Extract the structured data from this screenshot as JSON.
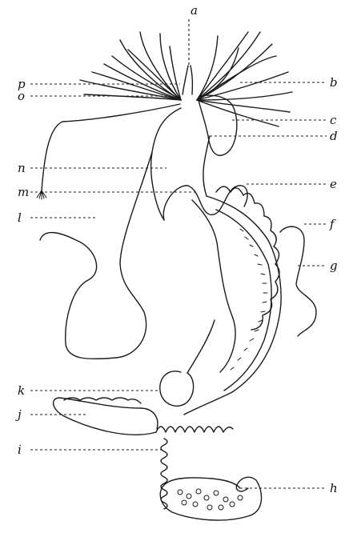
{
  "labels": {
    "a": "a",
    "b": "b",
    "c": "c",
    "d": "d",
    "e": "e",
    "f": "f",
    "g": "g",
    "h": "h",
    "i": "i",
    "j": "j",
    "k": "k",
    "l": "l",
    "m": "m",
    "n": "n",
    "o": "o",
    "p": "p"
  },
  "colors": {
    "ink": "#1a1a1a",
    "paper": "#ffffff"
  }
}
